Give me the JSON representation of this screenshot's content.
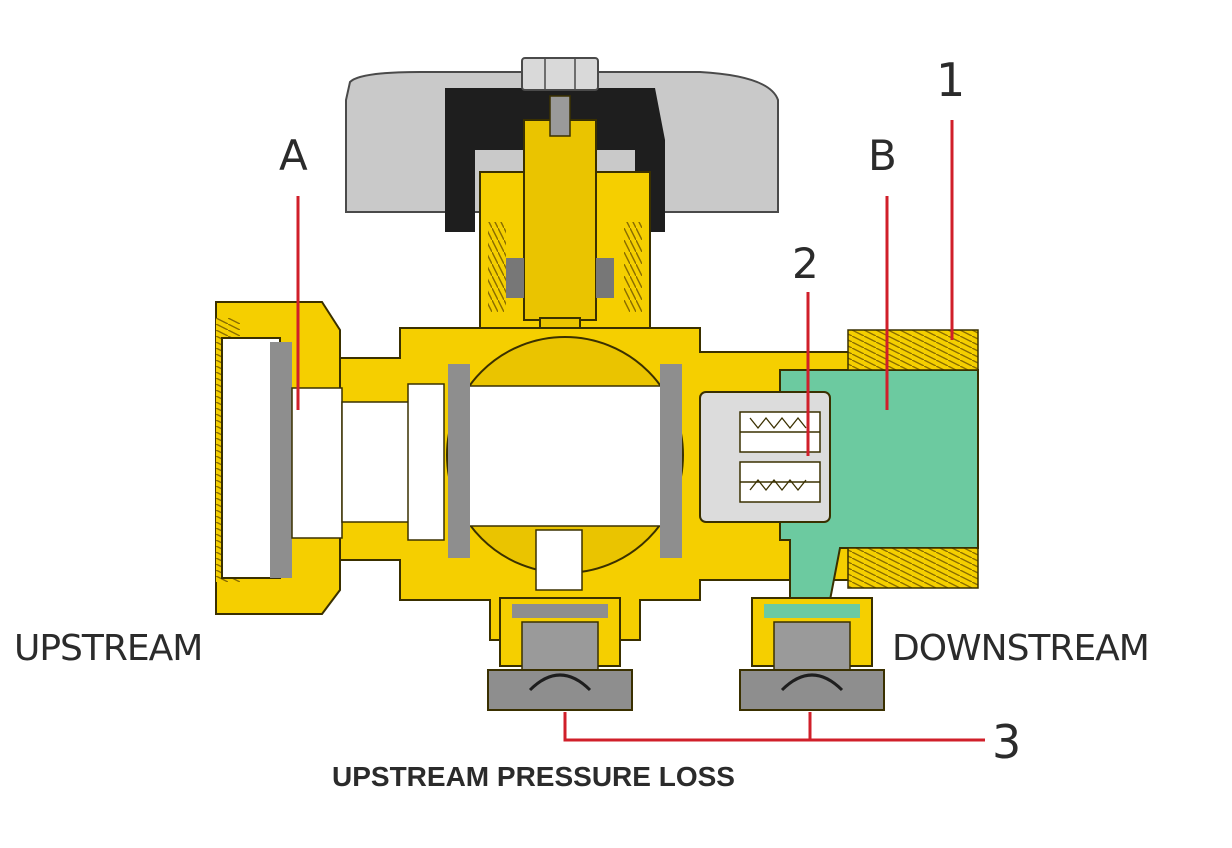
{
  "labels": {
    "a": "A",
    "b": "B",
    "one": "1",
    "two": "2",
    "three": "3",
    "upstream": "UPSTREAM",
    "downstream": "DOWNSTREAM"
  },
  "caption": "UPSTREAM PRESSURE LOSS",
  "colors": {
    "brass": "#f5cf00",
    "brass_dark": "#c99b00",
    "handle": "#c9c9c9",
    "handle_dark": "#1e1e1e",
    "seal": "#8e8e8e",
    "water": "#6ccaa0",
    "leader": "#d01f2a",
    "outline": "#3a3000",
    "text": "#2b2b2b"
  }
}
